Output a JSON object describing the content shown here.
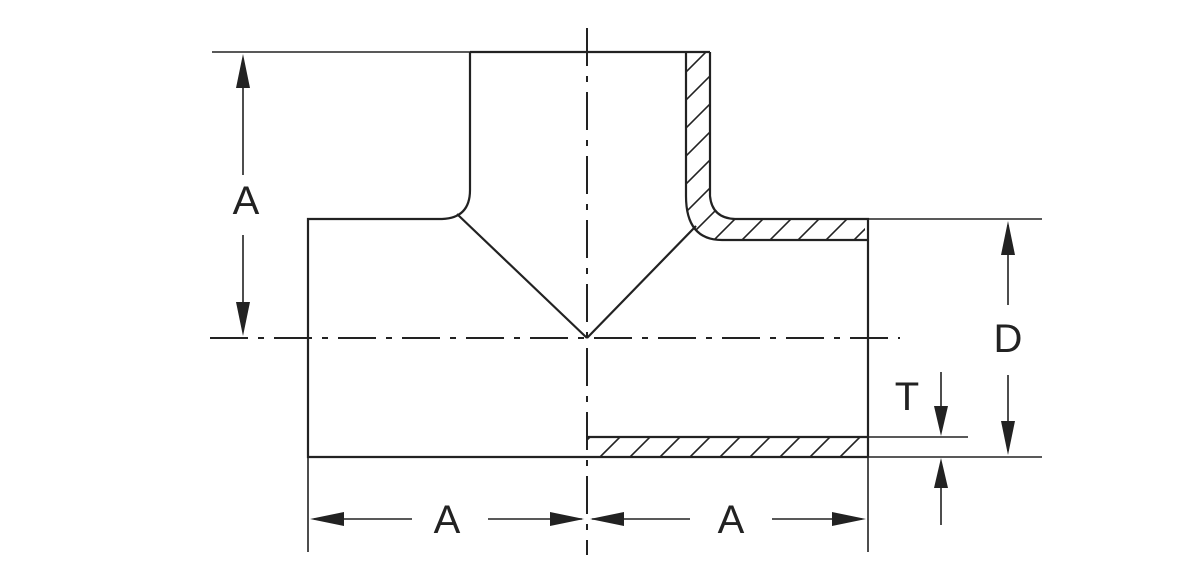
{
  "diagram": {
    "labels": {
      "branch_height": "A",
      "run_left": "A",
      "run_right": "A",
      "outer_diameter": "D",
      "wall_thickness": "T"
    },
    "colors": {
      "line": "#222222",
      "background": "#ffffff"
    }
  }
}
